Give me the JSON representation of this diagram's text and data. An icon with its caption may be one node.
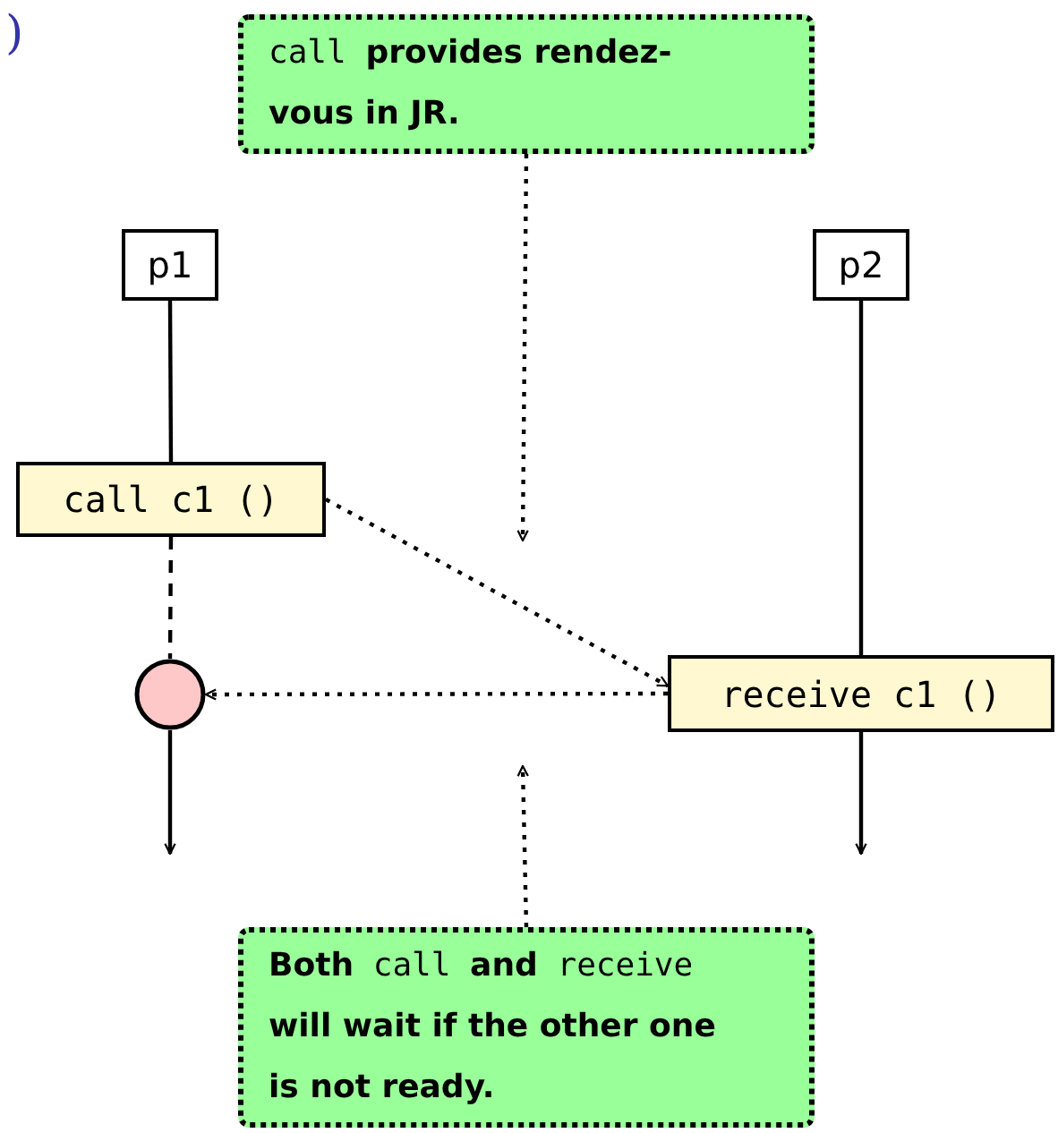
{
  "diagram": {
    "nodes": [
      {
        "text": [
          "call **provides rendez-vous in JR.**"
        ]
      },
      {
        "text": [
          "p1"
        ]
      },
      {
        "text": [
          "p2"
        ]
      },
      {
        "text": [
          "call c1 ()"
        ]
      },
      {
        "text": [
          "receive c1 ()"
        ]
      },
      {
        "text": [],
        "shape": "circle"
      },
      {
        "text": [
          "**Both** call **and** receive **will wait if the other one is not ready.**"
        ]
      }
    ],
    "edges": [
      {
        "from": 0,
        "to": null,
        "arrow": "to",
        "style": "dashed"
      },
      {
        "from": 1,
        "to": 3,
        "arrow": "none"
      },
      {
        "from": 3,
        "to": 5,
        "arrow": "none",
        "style": "dashed"
      },
      {
        "from": 5,
        "to": null,
        "arrow": "to"
      },
      {
        "from": 2,
        "to": 4,
        "arrow": "none"
      },
      {
        "from": 4,
        "to": null,
        "arrow": "to"
      },
      {
        "from": 3,
        "to": 4,
        "arrow": "to",
        "style": "dashed"
      },
      {
        "from": 4,
        "to": 5,
        "arrow": "to",
        "style": "dashed"
      },
      {
        "from": 6,
        "to": null,
        "arrow": "to",
        "style": "dashed"
      }
    ],
    "labels": [
      ")"
    ]
  }
}
